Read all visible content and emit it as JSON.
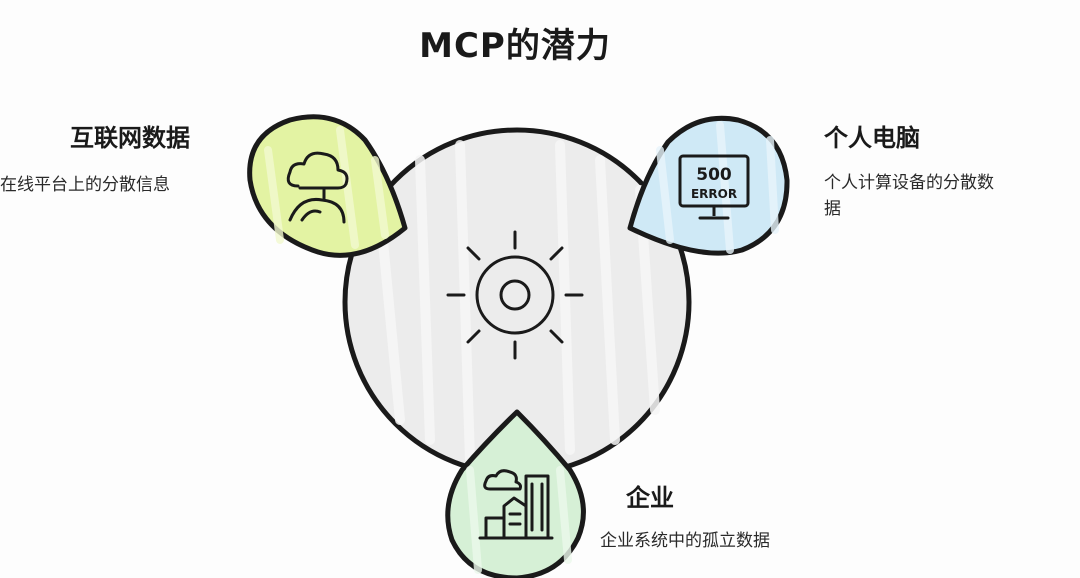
{
  "title": "MCP的潜力",
  "center": {
    "icon": "sun-gear-icon",
    "fill": "#ececec"
  },
  "nodes": [
    {
      "id": "internet",
      "heading": "互联网数据",
      "description": "在线平台上的分散信息",
      "icon": "cloud-person-icon",
      "fill": "#e3f3a3"
    },
    {
      "id": "pc",
      "heading": "个人电脑",
      "description_line1": "个人计算设备的分散数",
      "description_line2": "据",
      "icon": "monitor-error-icon",
      "monitor_text_top": "500",
      "monitor_text_bottom": "ERROR",
      "fill": "#cfe9f6"
    },
    {
      "id": "enterprise",
      "heading": "企业",
      "description": "企业系统中的孤立数据",
      "icon": "office-buildings-icon",
      "fill": "#d6f0d6"
    }
  ]
}
